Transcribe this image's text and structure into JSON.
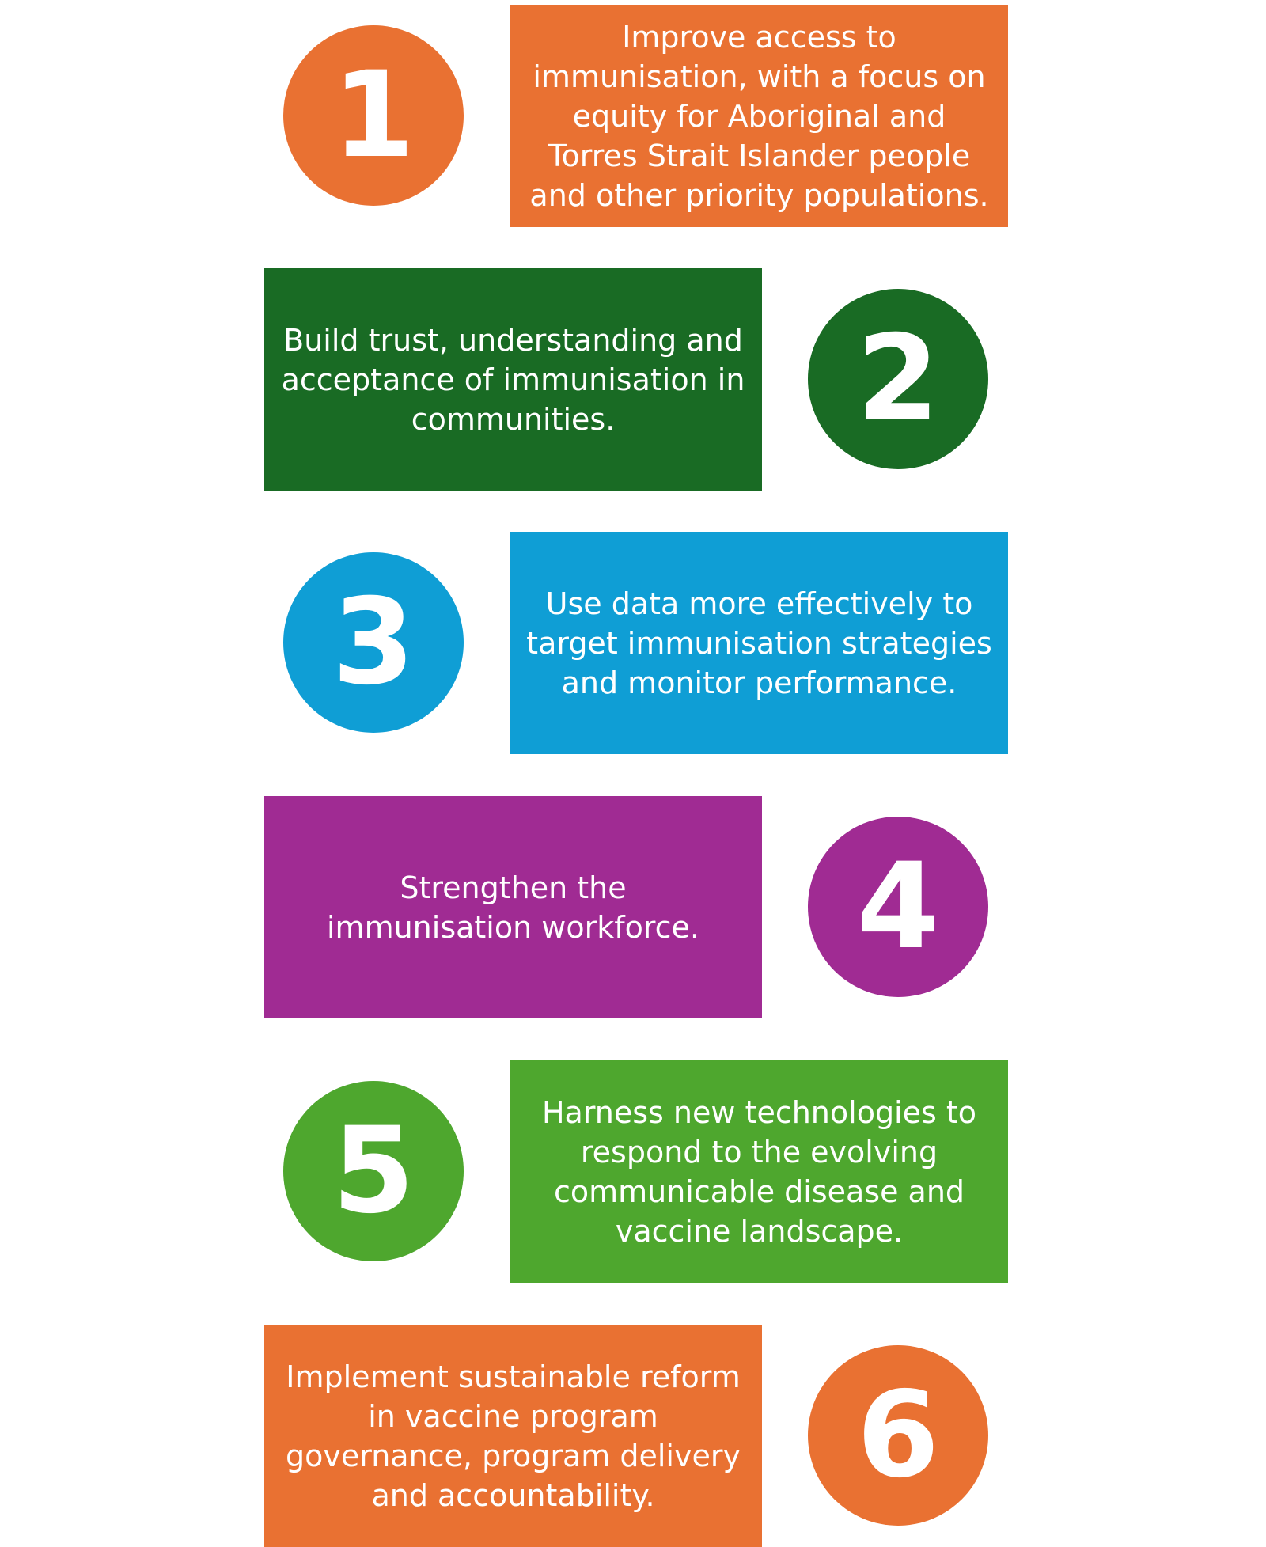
{
  "colors": {
    "orange": "#E97132",
    "dark_green": "#196B24",
    "blue": "#0F9ED5",
    "purple": "#A02B93",
    "green": "#4EA72E"
  },
  "items": [
    {
      "number": "1",
      "text": "Improve access to immunisation, with a focus on equity for Aboriginal and Torres Strait Islander people and other priority populations.",
      "color": "#E97132"
    },
    {
      "number": "2",
      "text": "Build trust, understanding and acceptance of immunisation in communities.",
      "color": "#196B24"
    },
    {
      "number": "3",
      "text": "Use data more effectively to target immunisation strategies and monitor performance.",
      "color": "#0F9ED5"
    },
    {
      "number": "4",
      "text": "Strengthen the immunisation workforce.",
      "color": "#A02B93"
    },
    {
      "number": "5",
      "text": "Harness new technologies to respond to the evolving communicable disease and vaccine landscape.",
      "color": "#4EA72E"
    },
    {
      "number": "6",
      "text": "Implement sustainable reform in vaccine program governance, program delivery and accountability.",
      "color": "#E97132"
    }
  ]
}
